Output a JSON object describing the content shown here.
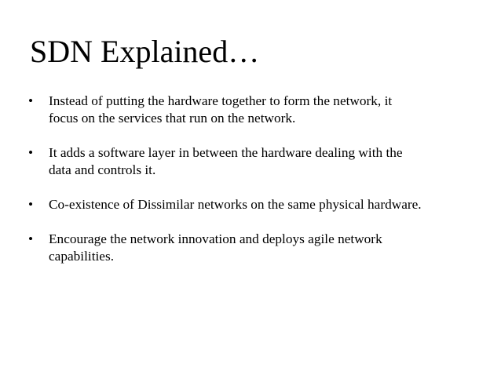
{
  "slide": {
    "title": "SDN Explained…",
    "bullet_symbol": "•",
    "bullets": [
      {
        "line1": "Instead of putting the hardware together to form the network, it",
        "line2": "focus on the services that run on the network."
      },
      {
        "line1": "It adds a software layer in between the hardware dealing with the",
        "line2": "data and controls it."
      },
      {
        "line1": "Co-existence of Dissimilar networks on the same physical hardware.",
        "line2": ""
      },
      {
        "line1": "Encourage the network innovation and deploys agile network",
        "line2": "capabilities."
      }
    ]
  }
}
